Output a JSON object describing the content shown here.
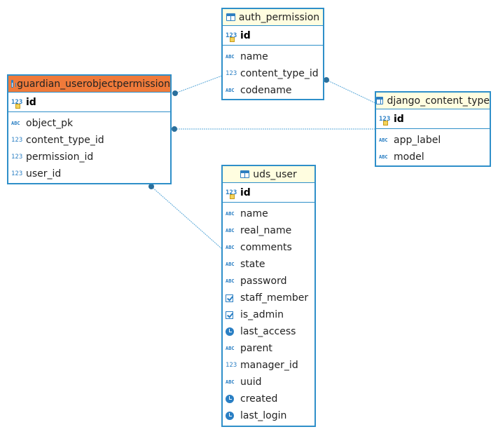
{
  "entities": {
    "auth_permission": {
      "name": "auth_permission",
      "pk": "id",
      "columns": [
        {
          "name": "name",
          "type": "text"
        },
        {
          "name": "content_type_id",
          "type": "number"
        },
        {
          "name": "codename",
          "type": "text"
        }
      ]
    },
    "guardian": {
      "name": "guardian_userobjectpermission",
      "pk": "id",
      "columns": [
        {
          "name": "object_pk",
          "type": "text"
        },
        {
          "name": "content_type_id",
          "type": "number"
        },
        {
          "name": "permission_id",
          "type": "number"
        },
        {
          "name": "user_id",
          "type": "number"
        }
      ]
    },
    "django_content_type": {
      "name": "django_content_type",
      "pk": "id",
      "columns": [
        {
          "name": "app_label",
          "type": "text"
        },
        {
          "name": "model",
          "type": "text"
        }
      ]
    },
    "uds_user": {
      "name": "uds_user",
      "pk": "id",
      "columns": [
        {
          "name": "name",
          "type": "text"
        },
        {
          "name": "real_name",
          "type": "text"
        },
        {
          "name": "comments",
          "type": "text"
        },
        {
          "name": "state",
          "type": "text"
        },
        {
          "name": "password",
          "type": "text"
        },
        {
          "name": "staff_member",
          "type": "boolean"
        },
        {
          "name": "is_admin",
          "type": "boolean"
        },
        {
          "name": "last_access",
          "type": "datetime"
        },
        {
          "name": "parent",
          "type": "text"
        },
        {
          "name": "manager_id",
          "type": "number"
        },
        {
          "name": "uuid",
          "type": "text"
        },
        {
          "name": "created",
          "type": "datetime"
        },
        {
          "name": "last_login",
          "type": "datetime"
        }
      ]
    }
  },
  "type_icons": {
    "text": "ABC",
    "number": "123",
    "key": "123"
  },
  "colors": {
    "border": "#2e8fc9",
    "header": "#fffde0",
    "selected_header": "#f07a3a",
    "link": "#5aa8d8"
  }
}
